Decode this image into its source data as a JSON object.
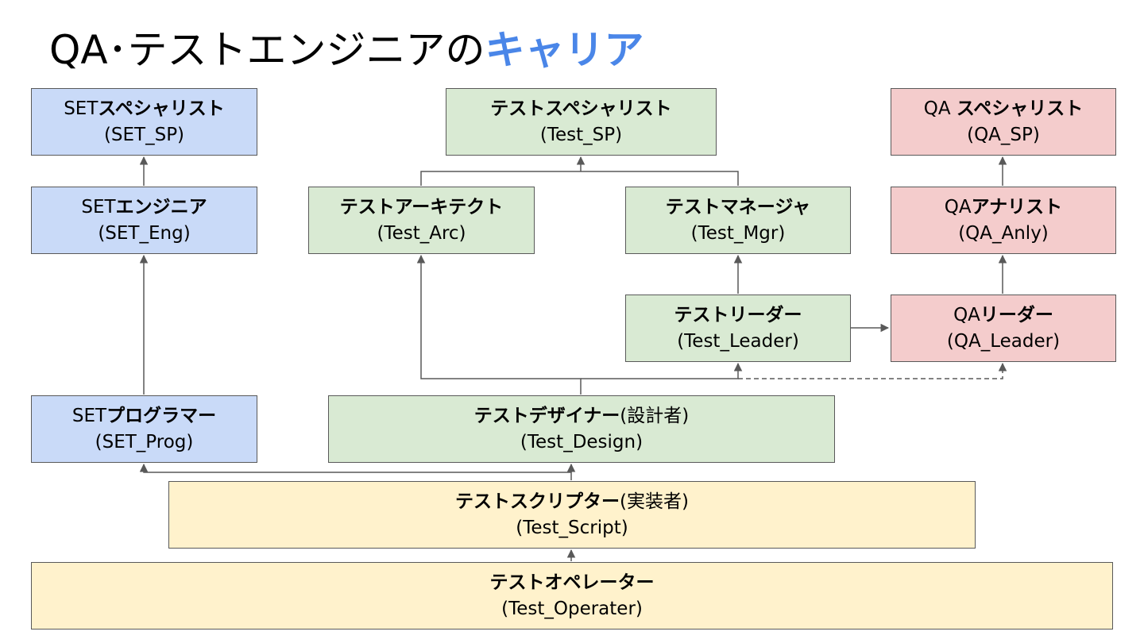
{
  "title": {
    "prefix": "QA･テストエンジニアの",
    "accent": "キャリア"
  },
  "colors": {
    "accent": "#4a86e8",
    "set_track": "#c9daf8",
    "test_track": "#d9ead3",
    "qa_track": "#f4cccc",
    "base_track": "#fff2cc",
    "connector": "#595959"
  },
  "roles": {
    "set_sp": {
      "name_a": "SET",
      "name_b": "スペシャリスト",
      "code": "(SET_SP)"
    },
    "set_eng": {
      "name_a": "SET",
      "name_b": "エンジニア",
      "code": "(SET_Eng)"
    },
    "set_prog": {
      "name_a": "SET",
      "name_b": "プログラマー",
      "code": "(SET_Prog)"
    },
    "test_sp": {
      "name": "テストスペシャリスト",
      "code": "(Test_SP)"
    },
    "test_arc": {
      "name": "テストアーキテクト",
      "code": "(Test_Arc)"
    },
    "test_mgr": {
      "name": "テストマネージャ",
      "code": "(Test_Mgr)"
    },
    "test_leader": {
      "name": "テストリーダー",
      "code": "(Test_Leader)"
    },
    "test_design": {
      "name": "テストデザイナー",
      "suffix": "(設計者)",
      "code": "(Test_Design)"
    },
    "test_script": {
      "name": "テストスクリプター",
      "suffix": "(実装者)",
      "code": "(Test_Script)"
    },
    "test_oper": {
      "name": "テストオペレーター",
      "code": "(Test_Operater)"
    },
    "qa_sp": {
      "name_a": "QA ",
      "name_b": "スペシャリスト",
      "code": "(QA_SP)"
    },
    "qa_anly": {
      "name_a": "QA",
      "name_b": "アナリスト",
      "code": "(QA_Anly)"
    },
    "qa_leader": {
      "name_a": "QA",
      "name_b": "リーダー",
      "code": "(QA_Leader)"
    }
  }
}
